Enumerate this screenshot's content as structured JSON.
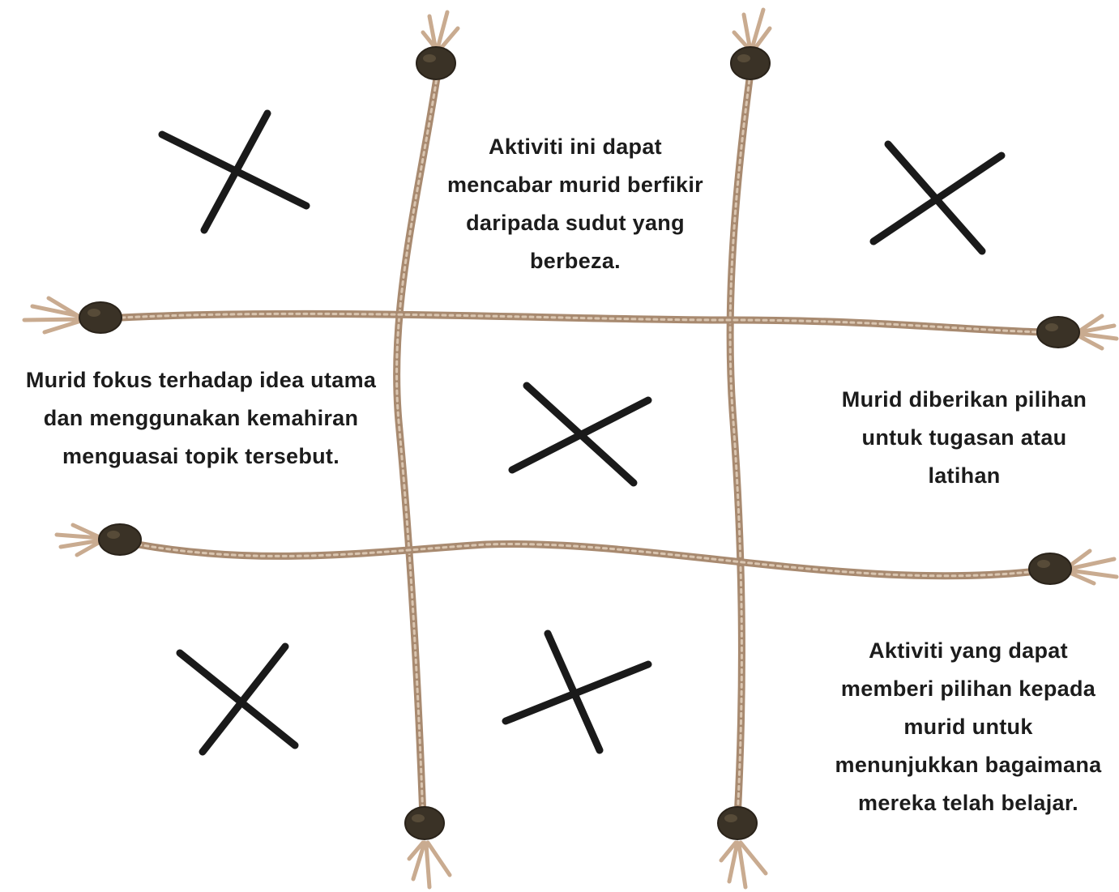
{
  "cells": {
    "top_center": {
      "lines": [
        "Aktiviti ini dapat",
        "mencabar murid berfikir",
        "daripada sudut yang",
        "berbeza."
      ]
    },
    "middle_left": {
      "lines": [
        "Murid fokus terhadap idea utama",
        "dan menggunakan kemahiran",
        "menguasai topik tersebut."
      ]
    },
    "middle_right": {
      "lines": [
        "Murid diberikan pilihan",
        "untuk tugasan atau",
        "latihan"
      ]
    },
    "bottom_right": {
      "lines": [
        "Aktiviti yang dapat",
        "memberi pilihan kepada",
        "murid untuk",
        "menunjukkan bagaimana",
        "mereka telah belajar."
      ]
    }
  },
  "marks": {
    "x_cells": [
      "top-left",
      "top-right",
      "center",
      "bottom-left",
      "bottom-center"
    ]
  },
  "colors": {
    "rope": "#b08f74",
    "rope_light": "#d8c3ad",
    "bead": "#3a3226",
    "cross": "#1a1a1a",
    "text": "#1c1c1c"
  }
}
